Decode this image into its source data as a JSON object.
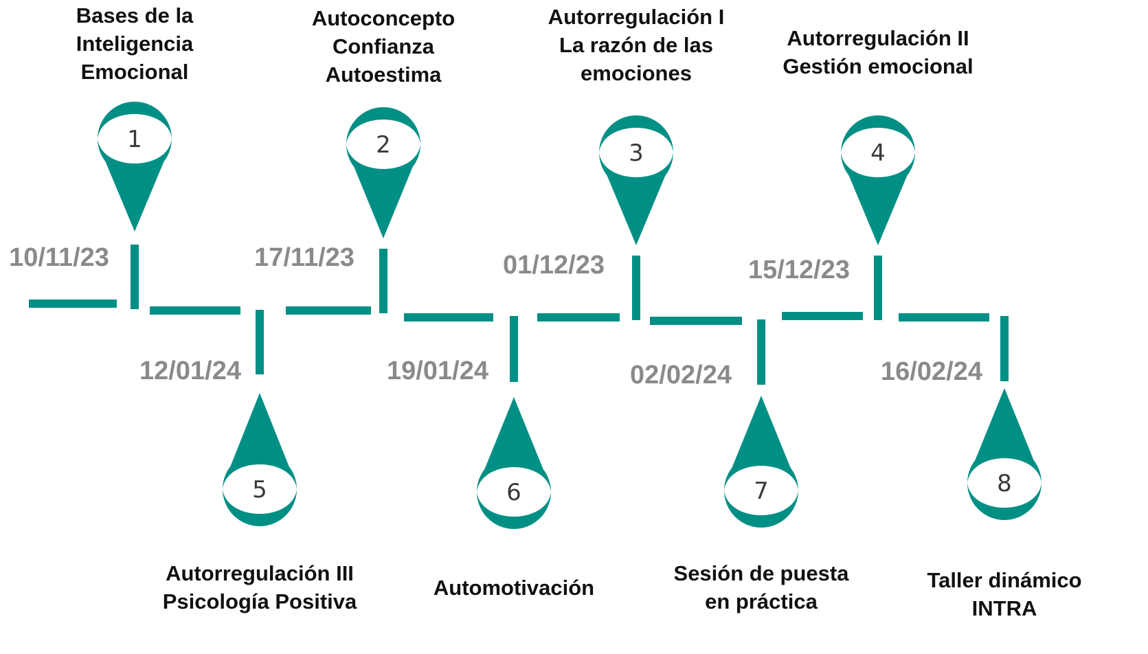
{
  "colors": {
    "accent": "#008f85",
    "date_text": "#8a8a8a",
    "title_text": "#111111"
  },
  "markers": [
    {
      "number": "1",
      "title_lines": [
        "Bases de la",
        "Inteligencia",
        "Emocional"
      ],
      "date": "10/11/23",
      "side": "top"
    },
    {
      "number": "2",
      "title_lines": [
        "Autoconcepto",
        "Confianza",
        "Autoestima"
      ],
      "date": "17/11/23",
      "side": "top"
    },
    {
      "number": "3",
      "title_lines": [
        "Autorregulación I",
        "La razón de las",
        "emociones"
      ],
      "date": "01/12/23",
      "side": "top"
    },
    {
      "number": "4",
      "title_lines": [
        "Autorregulación II",
        "Gestión emocional"
      ],
      "date": "15/12/23",
      "side": "top"
    },
    {
      "number": "5",
      "title_lines": [
        "Autorregulación III",
        "Psicología Positiva"
      ],
      "date": "12/01/24",
      "side": "bottom"
    },
    {
      "number": "6",
      "title_lines": [
        "Automotivación"
      ],
      "date": "19/01/24",
      "side": "bottom"
    },
    {
      "number": "7",
      "title_lines": [
        "Sesión de  puesta",
        "en práctica"
      ],
      "date": "02/02/24",
      "side": "bottom"
    },
    {
      "number": "8",
      "title_lines": [
        "Taller dinámico",
        "INTRA"
      ],
      "date": "16/02/24",
      "side": "bottom"
    }
  ]
}
